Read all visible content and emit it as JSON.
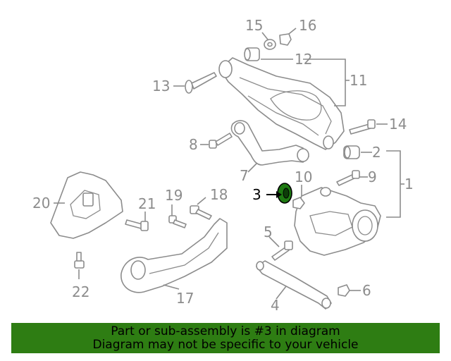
{
  "diagram": {
    "callouts": [
      {
        "id": "1",
        "label": "1"
      },
      {
        "id": "2",
        "label": "2"
      },
      {
        "id": "3",
        "label": "3"
      },
      {
        "id": "4",
        "label": "4"
      },
      {
        "id": "5",
        "label": "5"
      },
      {
        "id": "6",
        "label": "6"
      },
      {
        "id": "7",
        "label": "7"
      },
      {
        "id": "8",
        "label": "8"
      },
      {
        "id": "9",
        "label": "9"
      },
      {
        "id": "10",
        "label": "10"
      },
      {
        "id": "11",
        "label": "11"
      },
      {
        "id": "12",
        "label": "12"
      },
      {
        "id": "13",
        "label": "13"
      },
      {
        "id": "14",
        "label": "14"
      },
      {
        "id": "15",
        "label": "15"
      },
      {
        "id": "16",
        "label": "16"
      },
      {
        "id": "17",
        "label": "17"
      },
      {
        "id": "18",
        "label": "18"
      },
      {
        "id": "19",
        "label": "19"
      },
      {
        "id": "20",
        "label": "20"
      },
      {
        "id": "21",
        "label": "21"
      },
      {
        "id": "22",
        "label": "22"
      }
    ],
    "highlighted_part": "3",
    "highlight_color": "#1e7a12",
    "line_color": "#8c8c8c"
  },
  "banner": {
    "line1": "Part or sub-assembly is #3 in diagram",
    "line2": "Diagram may not be specific to your vehicle",
    "background": "#2e7d13"
  }
}
